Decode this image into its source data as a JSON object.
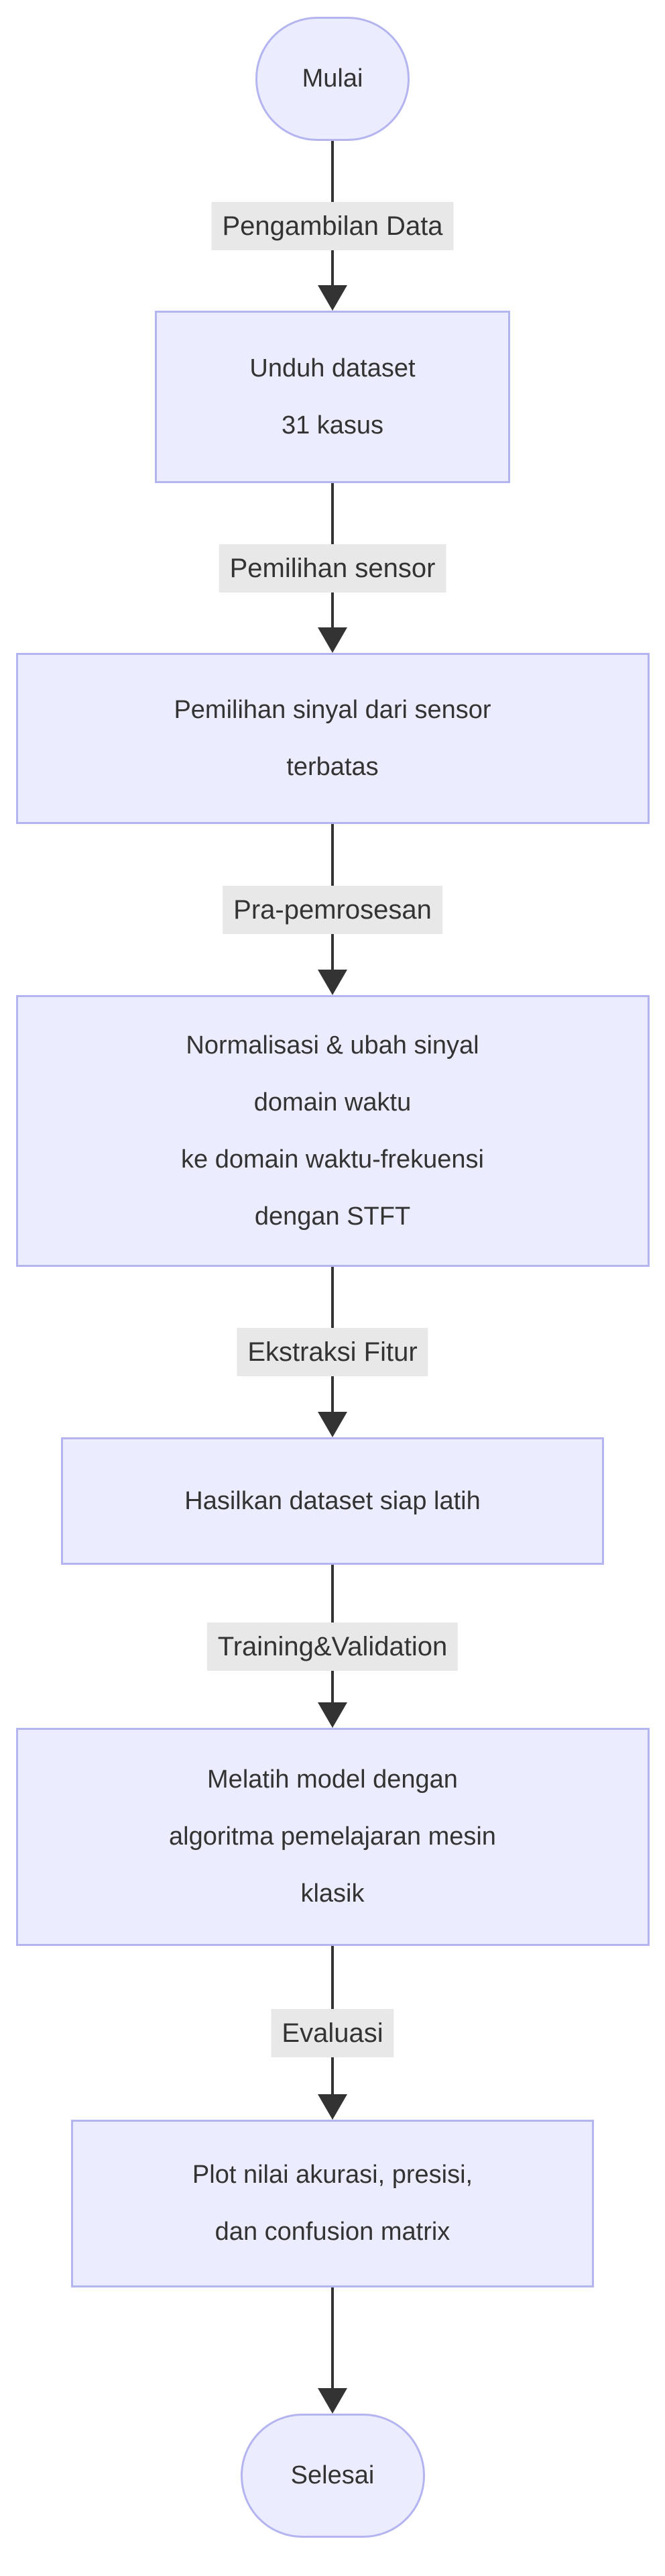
{
  "diagram": {
    "type": "flowchart",
    "direction": "top-down",
    "nodes": [
      {
        "id": "start",
        "shape": "stadium",
        "label": "Mulai"
      },
      {
        "id": "download",
        "shape": "rectangle",
        "label": "Unduh dataset\n31 kasus"
      },
      {
        "id": "sensor",
        "shape": "rectangle",
        "label": "Pemilihan sinyal dari sensor\nterbatas"
      },
      {
        "id": "preprocess",
        "shape": "rectangle",
        "label": "Normalisasi & ubah sinyal\ndomain waktu\nke domain waktu-frekuensi\ndengan STFT"
      },
      {
        "id": "dataset",
        "shape": "rectangle",
        "label": "Hasilkan dataset siap latih"
      },
      {
        "id": "train",
        "shape": "rectangle",
        "label": "Melatih model dengan\nalgoritma pemelajaran mesin\nklasik"
      },
      {
        "id": "plot",
        "shape": "rectangle",
        "label": "Plot nilai akurasi, presisi,\ndan confusion matrix"
      },
      {
        "id": "end",
        "shape": "stadium",
        "label": "Selesai"
      }
    ],
    "edges": [
      {
        "from": "start",
        "to": "download",
        "label": "Pengambilan Data"
      },
      {
        "from": "download",
        "to": "sensor",
        "label": "Pemilihan sensor"
      },
      {
        "from": "sensor",
        "to": "preprocess",
        "label": "Pra-pemrosesan"
      },
      {
        "from": "preprocess",
        "to": "dataset",
        "label": "Ekstraksi Fitur"
      },
      {
        "from": "dataset",
        "to": "train",
        "label": "Training&Validation"
      },
      {
        "from": "train",
        "to": "plot",
        "label": "Evaluasi"
      },
      {
        "from": "plot",
        "to": "end",
        "label": ""
      }
    ],
    "colors": {
      "node_fill": "#ECECFF",
      "node_border": "#B4B4F0",
      "arrow": "#333333",
      "edge_label_bg": "#E8E8E8",
      "text": "#333333",
      "page_bg": "#FFFFFF"
    }
  }
}
